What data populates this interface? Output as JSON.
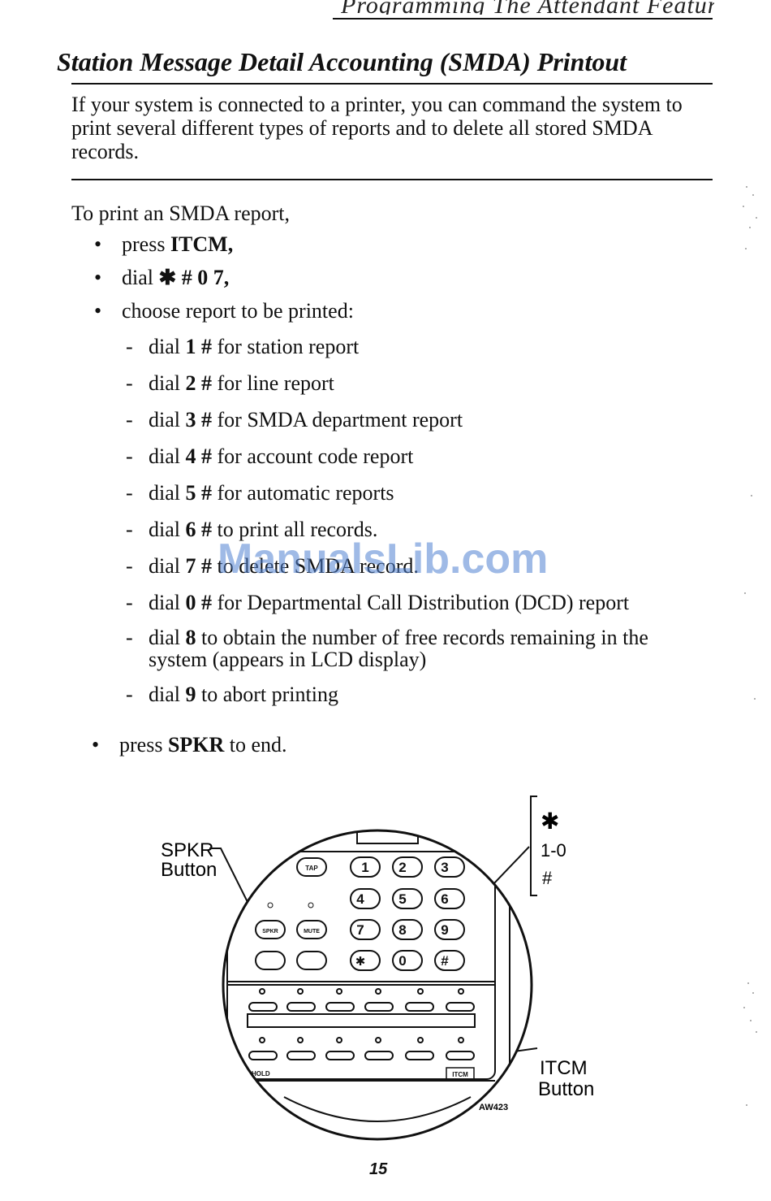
{
  "page": {
    "running_head": "Programming The Attendant Features",
    "title": "Station Message Detail Accounting (SMDA) Printout",
    "intro": "If your system is connected to a printer, you can command the system to print several different types of reports and to delete all stored SMDA records.",
    "lead": "To print an SMDA report,",
    "bullets": [
      {
        "text": "press ",
        "bold": "ITCM,"
      },
      {
        "text": "dial ",
        "bold": "✱ # 0 7,"
      },
      {
        "text": "choose report to be printed:",
        "bold": ""
      }
    ],
    "sub_items": [
      {
        "pre": "dial ",
        "bold": "1 #",
        "post": " for station report"
      },
      {
        "pre": "dial ",
        "bold": "2 #",
        "post": " for line report"
      },
      {
        "pre": "dial ",
        "bold": "3 #",
        "post": " for SMDA department report"
      },
      {
        "pre": "dial ",
        "bold": "4 #",
        "post": " for account code report"
      },
      {
        "pre": "dial ",
        "bold": "5 #",
        "post": " for automatic reports"
      },
      {
        "pre": "dial ",
        "bold": "6 #",
        "post": " to print all records."
      },
      {
        "pre": "dial ",
        "bold": "7 #",
        "post": " to delete SMDA record."
      },
      {
        "pre": "dial ",
        "bold": "0 #",
        "post": " for Departmental Call Distribution (DCD) report"
      },
      {
        "pre": "dial ",
        "bold": "8",
        "post": " to obtain the number of free records remaining in the",
        "post2": "system (appears in LCD display)"
      },
      {
        "pre": "dial ",
        "bold": "9",
        "post": " to abort printing"
      }
    ],
    "final_bullet": {
      "text": "press ",
      "bold": "SPKR",
      "post": " to end."
    },
    "watermark": "ManualsLib.com",
    "page_number": "15"
  },
  "figure": {
    "spkr_label_line1": "SPKR",
    "spkr_label_line2": "Button",
    "itcm_label_line1": "ITCM",
    "itcm_label_line2": "Button",
    "bracket_star": "✱",
    "bracket_digits": "1-0",
    "bracket_hash": "#",
    "figure_id": "AW423",
    "keys": {
      "tap": "TAP",
      "spkr": "SPKR",
      "mute": "MUTE",
      "hold": "HOLD",
      "itcm": "ITCM",
      "row1": [
        "1",
        "2",
        "3"
      ],
      "row2": [
        "4",
        "5",
        "6"
      ],
      "row3": [
        "7",
        "8",
        "9"
      ],
      "row4": [
        "✱",
        "0",
        "#"
      ]
    }
  }
}
